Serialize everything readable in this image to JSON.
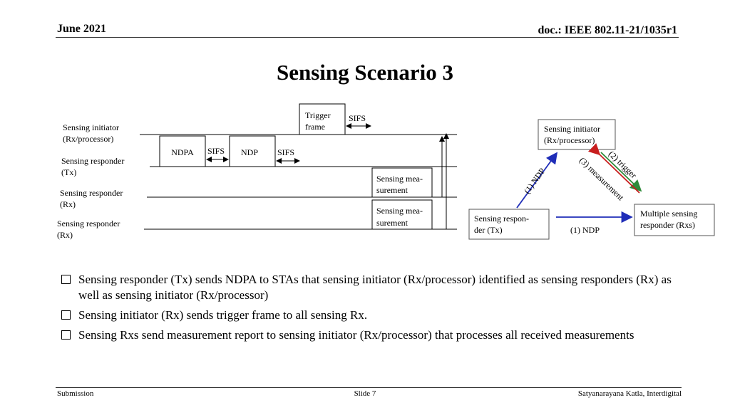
{
  "header": {
    "date": "June 2021",
    "doc_id": "doc.: IEEE 802.11-21/1035r1"
  },
  "title": "Sensing Scenario 3",
  "timing_diagram": {
    "rows": [
      {
        "line1": "Sensing  initiator",
        "line2": "(Rx/processor)"
      },
      {
        "line1": "Sensing      responder",
        "line2": "(Tx)"
      },
      {
        "line1": "Sensing      responder",
        "line2": "(Rx)"
      },
      {
        "line1": "Sensing      responder",
        "line2": "(Rx)"
      }
    ],
    "frames": {
      "trigger": {
        "line1": "Trigger",
        "line2": "frame"
      },
      "ndpa": "NDPA",
      "ndp": "NDP",
      "measurement_1": {
        "line1": "Sensing mea-",
        "line2": "surement"
      },
      "measurement_2": {
        "line1": "Sensing mea-",
        "line2": "surement"
      }
    },
    "gaps": {
      "sifs_top": "SIFS",
      "sifs_1": "SIFS",
      "sifs_2": "SIFS"
    }
  },
  "topology": {
    "initiator": {
      "line1": "Sensing  initiator",
      "line2": "(Rx/processor)"
    },
    "responder_tx": {
      "line1": "Sensing   respon-",
      "line2": "der (Tx)"
    },
    "responders_rx": {
      "line1": "Multiple  sensing",
      "line2": "responder (Rxs)"
    },
    "edge_ndp_up": "(1) NDP",
    "edge_ndp_right": "(1) NDP",
    "edge_trigger": "(2) trigger",
    "edge_measurement": "(3) measurement",
    "colors": {
      "ndp": "#1f2db8",
      "trigger": "#2e8b3a",
      "measurement": "#c81e1e"
    }
  },
  "bullets": [
    "Sensing responder (Tx) sends NDPA to STAs that sensing initiator (Rx/processor) identified as sensing responders (Rx) as well as sensing initiator (Rx/processor)",
    "Sensing initiator (Rx) sends trigger frame to all sensing Rx.",
    "Sensing Rxs send measurement report to sensing initiator (Rx/processor) that processes all received measurements"
  ],
  "footer": {
    "left": "Submission",
    "center": "Slide 7",
    "right": "Satyanarayana Katla,  Interdigital"
  }
}
